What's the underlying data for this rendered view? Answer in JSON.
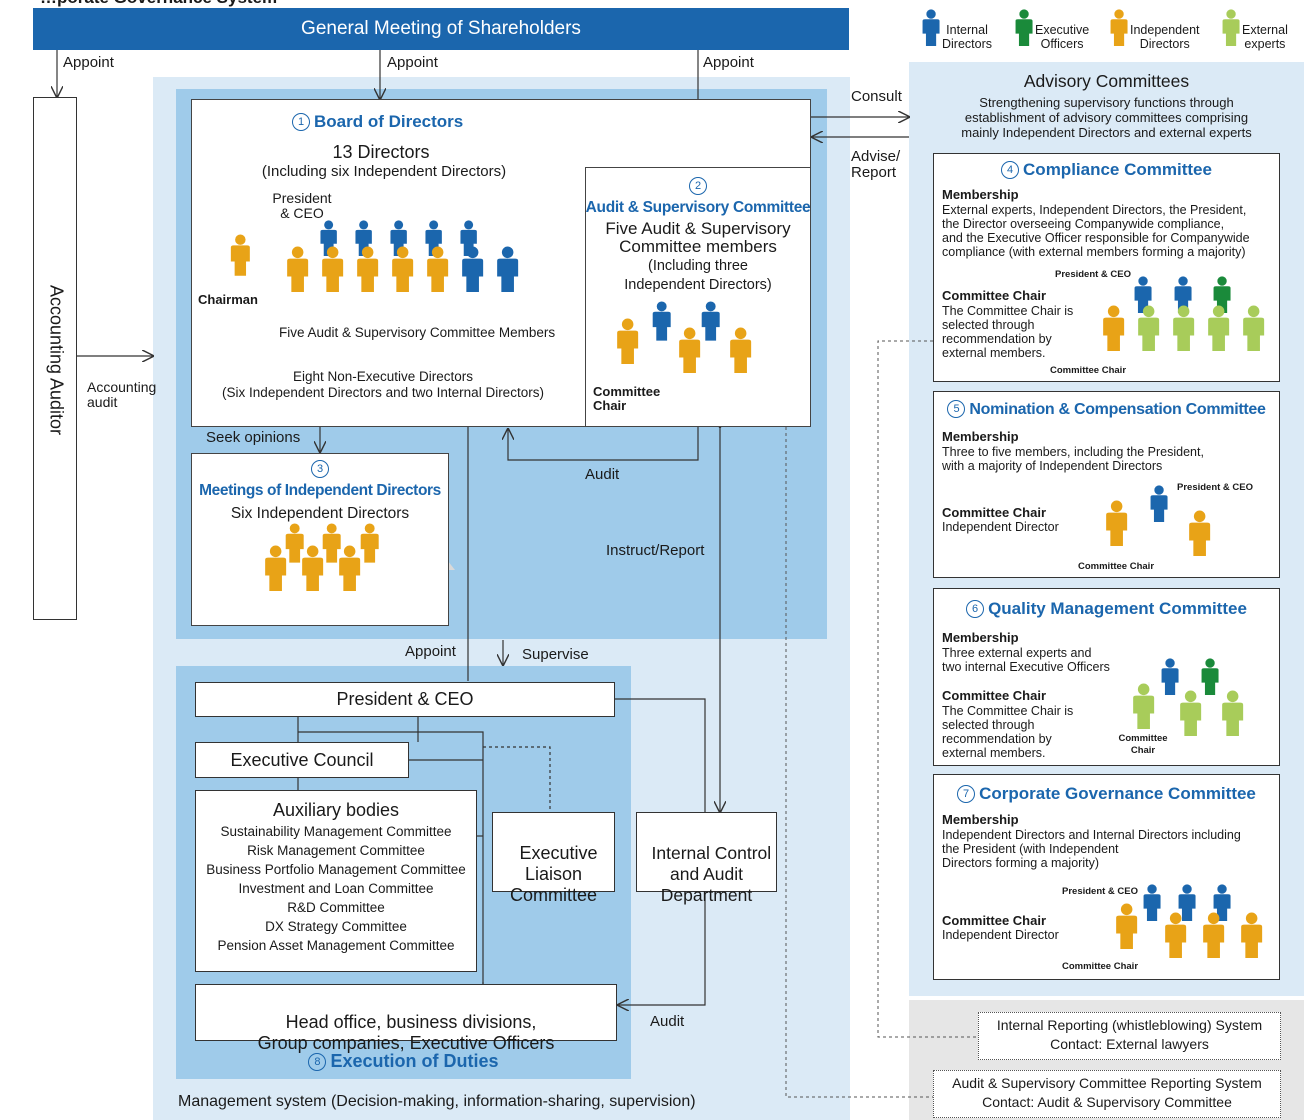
{
  "title_partial": "…porate Governance System",
  "legend": [
    {
      "color": "#1b66ad",
      "label": "Internal\nDirectors",
      "icon": "person-icon"
    },
    {
      "color": "#1a8a3a",
      "label": "Executive\nOfficers",
      "icon": "person-icon"
    },
    {
      "color": "#e8a317",
      "label": "Independent\nDirectors",
      "icon": "person-icon"
    },
    {
      "color": "#a8cc5a",
      "label": "External\nexperts",
      "icon": "person-icon"
    }
  ],
  "gms": "General Meeting of Shareholders",
  "appoint": "Appoint",
  "accounting_auditor": "Accounting Auditor",
  "accounting_audit": "Accounting\naudit",
  "consult": "Consult",
  "advise_report": "Advise/\nReport",
  "board": {
    "num": "1",
    "title": "Board of Directors",
    "count": "13 Directors",
    "sub": "(Including six Independent Directors)",
    "president": "President\n& CEO",
    "chairman": "Chairman",
    "five_audit": "Five Audit & Supervisory Committee Members",
    "eight_ne": "Eight Non-Executive Directors",
    "eight_ne_sub": "(Six Independent Directors and two Internal Directors)"
  },
  "asc": {
    "num": "2",
    "title": "Audit & Supervisory Committee",
    "line1": "Five Audit & Supervisory",
    "line2": "Committee members",
    "line3": "(Including three",
    "line4": "Independent Directors)",
    "chair": "Committee\nChair"
  },
  "seek_opinions": "Seek opinions",
  "mid": {
    "num": "3",
    "title": "Meetings of Independent Directors",
    "sub": "Six Independent Directors"
  },
  "audit": "Audit",
  "instruct_report": "Instruct/Report",
  "supervise": "Supervise",
  "president_ceo": "President & CEO",
  "exec_council": "Executive Council",
  "aux": {
    "title": "Auxiliary bodies",
    "items": [
      "Sustainability Management Committee",
      "Risk Management Committee",
      "Business Portfolio Management Committee",
      "Investment and Loan Committee",
      "R&D Committee",
      "DX Strategy Committee",
      "Pension Asset Management Committee"
    ]
  },
  "exec_liaison": "Executive\nLiaison\nCommittee",
  "icad": "Internal Control\nand Audit\nDepartment",
  "head_office": "Head office, business divisions,\nGroup companies, Executive Officers",
  "execution": {
    "num": "8",
    "title": "Execution of Duties"
  },
  "mgmt_system": "Management system (Decision-making, information-sharing, supervision)",
  "advisory": {
    "title": "Advisory Committees",
    "sub": "Strengthening supervisory functions through\nestablishment of advisory committees comprising\nmainly Independent Directors and external experts"
  },
  "cc": {
    "num": "4",
    "title": "Compliance Committee",
    "membership": "Membership",
    "membership_text": "External experts, Independent Directors, the President,\nthe Director overseeing Companywide compliance,\nand the Executive Officer responsible for Companywide\ncompliance (with external members forming a majority)",
    "chair_label": "Committee Chair",
    "chair_text": "The Committee Chair is\nselected through\nrecommendation by\nexternal members.",
    "pres_tag": "President & CEO",
    "chair_tag": "Committee Chair"
  },
  "ncc": {
    "num": "5",
    "title": "Nomination & Compensation Committee",
    "membership": "Membership",
    "membership_text": "Three to five members, including the President,\nwith a majority of Independent Directors",
    "chair_label": "Committee Chair",
    "chair_text": "Independent Director",
    "pres_tag": "President & CEO",
    "chair_tag": "Committee Chair"
  },
  "qmc": {
    "num": "6",
    "title": "Quality Management Committee",
    "membership": "Membership",
    "membership_text": "Three external experts and\ntwo internal Executive Officers",
    "chair_label": "Committee Chair",
    "chair_text": "The Committee Chair is\nselected through\nrecommendation by\nexternal members.",
    "chair_tag": "Committee\nChair"
  },
  "cgc": {
    "num": "7",
    "title": "Corporate Governance Committee",
    "membership": "Membership",
    "membership_text": "Independent Directors and Internal Directors including\nthe President (with Independent\nDirectors forming a majority)",
    "chair_label": "Committee Chair",
    "chair_text": "Independent Director",
    "pres_tag": "President & CEO",
    "chair_tag": "Committee Chair"
  },
  "whistle": {
    "title": "Internal Reporting (whistleblowing) System",
    "contact": "Contact: External lawyers"
  },
  "ascrs": {
    "title": "Audit & Supervisory Committee Reporting System",
    "contact": "Contact: Audit & Supervisory Committee"
  }
}
